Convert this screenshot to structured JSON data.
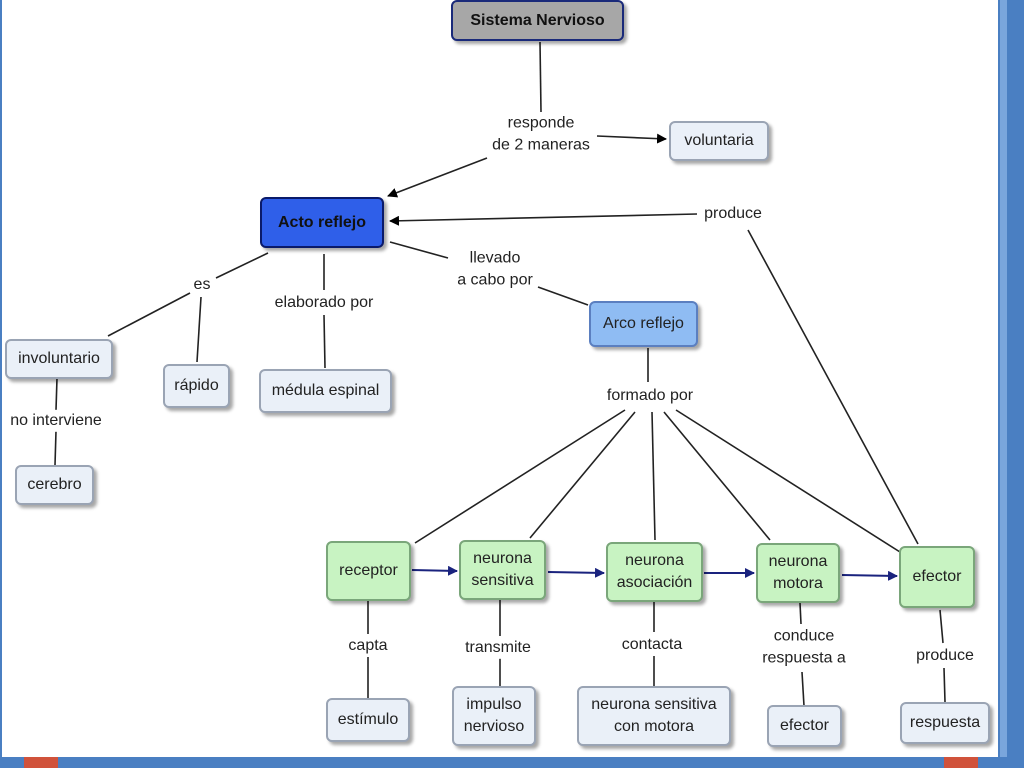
{
  "nodes": {
    "sistema": "Sistema Nervioso",
    "voluntaria": "voluntaria",
    "acto": "Acto reflejo",
    "involuntario": "involuntario",
    "rapido": "rápido",
    "medula": "médula espinal",
    "cerebro": "cerebro",
    "arco": "Arco reflejo",
    "receptor": "receptor",
    "sensitiva": "neurona\nsensitiva",
    "asociacion": "neurona\nasociación",
    "motora": "neurona\nmotora",
    "efector": "efector",
    "estimulo": "estímulo",
    "impulso": "impulso\nnervioso",
    "sensmotora": "neurona sensitiva\ncon motora",
    "efector2": "efector",
    "respuesta": "respuesta"
  },
  "labels": {
    "responde": "responde\nde 2 maneras",
    "produce_top": "produce",
    "es": "es",
    "elaborado": "elaborado por",
    "llevado": "llevado\na cabo por",
    "no_interviene": "no interviene",
    "formado": "formado por",
    "capta": "capta",
    "transmite": "transmite",
    "contacta": "contacta",
    "conduce": "conduce\nrespuesta a",
    "produce_bottom": "produce"
  },
  "colors": {
    "title_fill": "#a7a7a7",
    "main_fill": "#2f5fe9",
    "arc_fill": "#8fbcf3",
    "green_fill": "#c8f3c2",
    "node_fill": "#eaf0f8",
    "frame": "#4a7fc2",
    "arrow_dark": "#000000",
    "arrow_navy": "#1a237e"
  }
}
